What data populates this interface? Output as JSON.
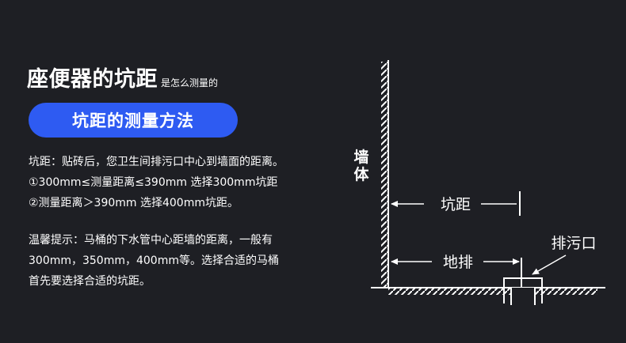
{
  "header": {
    "title": "座便器的坑距",
    "subtitle": "是怎么测量的"
  },
  "section": {
    "pill_label": "坑距的测量方法"
  },
  "description": {
    "lines": [
      "坑距：贴砖后，您卫生间排污口中心到墙面的距离。",
      "①300mm≤测量距离≤390mm 选择300mm坑距",
      "②测量距离＞390mm 选择400mm坑距。"
    ]
  },
  "tip": {
    "lines": [
      "温馨提示：马桶的下水管中心距墙的距离，一般有",
      "300mm，350mm，400mm等。选择合适的马桶",
      "首先要选择合适的坑距。"
    ]
  },
  "diagram": {
    "wall_label_1": "墙",
    "wall_label_2": "体",
    "pit_distance_label": "坑距",
    "floor_drain_label": "地排",
    "outlet_label": "排污口"
  }
}
